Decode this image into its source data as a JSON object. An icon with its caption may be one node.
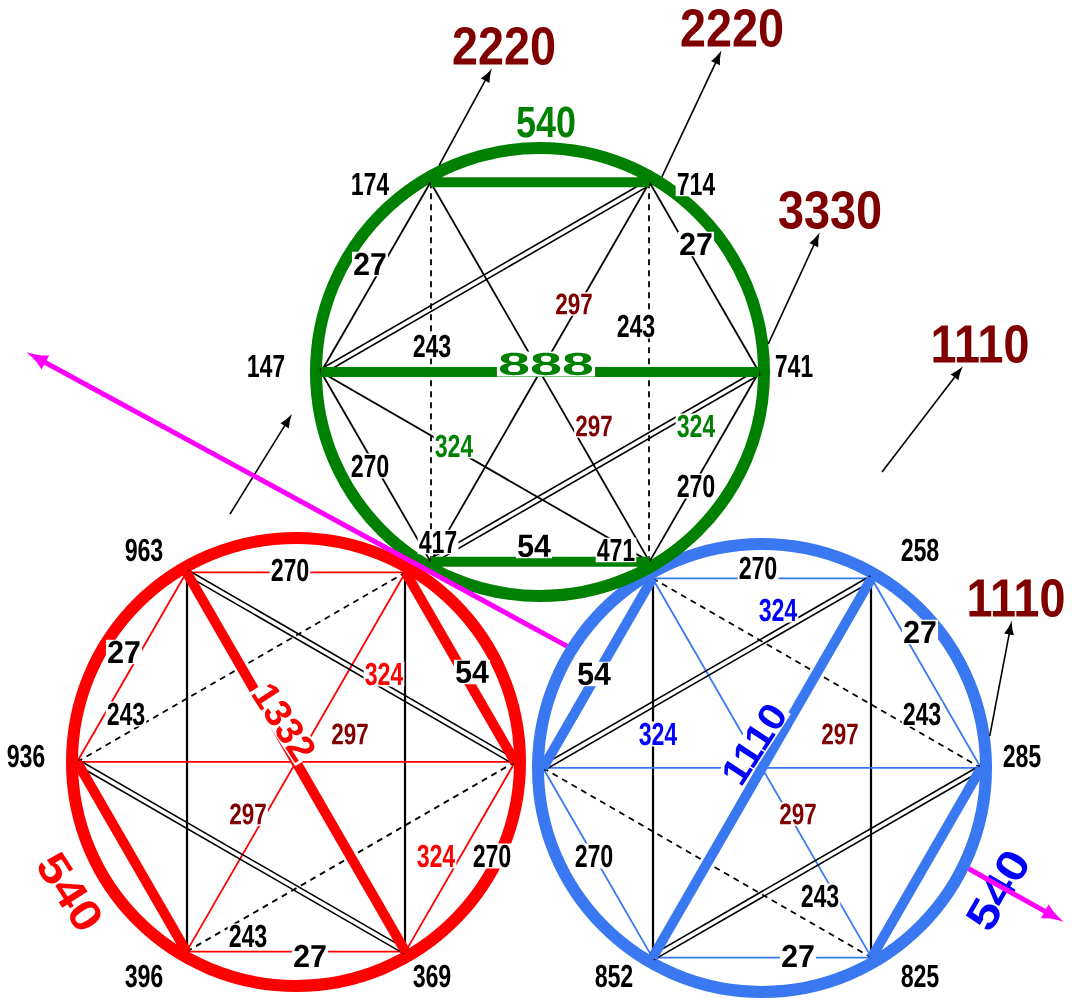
{
  "diagram": {
    "nodes": [
      {
        "text": [
          "27",
          "27",
          "297",
          "243",
          "243",
          "888",
          "324",
          "297",
          "324",
          "270",
          "270",
          "417",
          "54",
          "471"
        ],
        "beside": [
          "540",
          "174",
          "714",
          "147",
          "741"
        ]
      },
      {
        "text": [
          "270",
          "27",
          "324",
          "54",
          "243",
          "1332",
          "297",
          "297",
          "324",
          "270",
          "243",
          "27"
        ],
        "beside": [
          "963",
          "936",
          "540",
          "396",
          "369"
        ]
      },
      {
        "text": [
          "270",
          "324",
          "27",
          "54",
          "243",
          "324",
          "1110",
          "297",
          "297",
          "270",
          "243",
          "27"
        ],
        "beside": [
          "258",
          "285",
          "540",
          "852",
          "825"
        ]
      },
      {
        "text": [
          "2220"
        ]
      },
      {
        "text": [
          "2220"
        ]
      },
      {
        "text": [
          "3330"
        ]
      },
      {
        "text": [
          "1110"
        ]
      },
      {
        "text": [
          "1110"
        ]
      }
    ],
    "edges": [
      {
        "from": 0,
        "to": 3,
        "arrow": "to"
      },
      {
        "from": 0,
        "to": 4,
        "arrow": "to"
      },
      {
        "from": 0,
        "to": 5,
        "arrow": "to"
      },
      {
        "from": null,
        "to": 6,
        "arrow": "to"
      },
      {
        "from": 2,
        "to": 7,
        "arrow": "to"
      },
      {
        "from": 2,
        "to": null,
        "arrow": "to",
        "style": "thick",
        "color": "#ff00ff"
      },
      {
        "from": 2,
        "to": null,
        "arrow": "to",
        "style": "thick",
        "color": "#ff00ff"
      }
    ]
  }
}
